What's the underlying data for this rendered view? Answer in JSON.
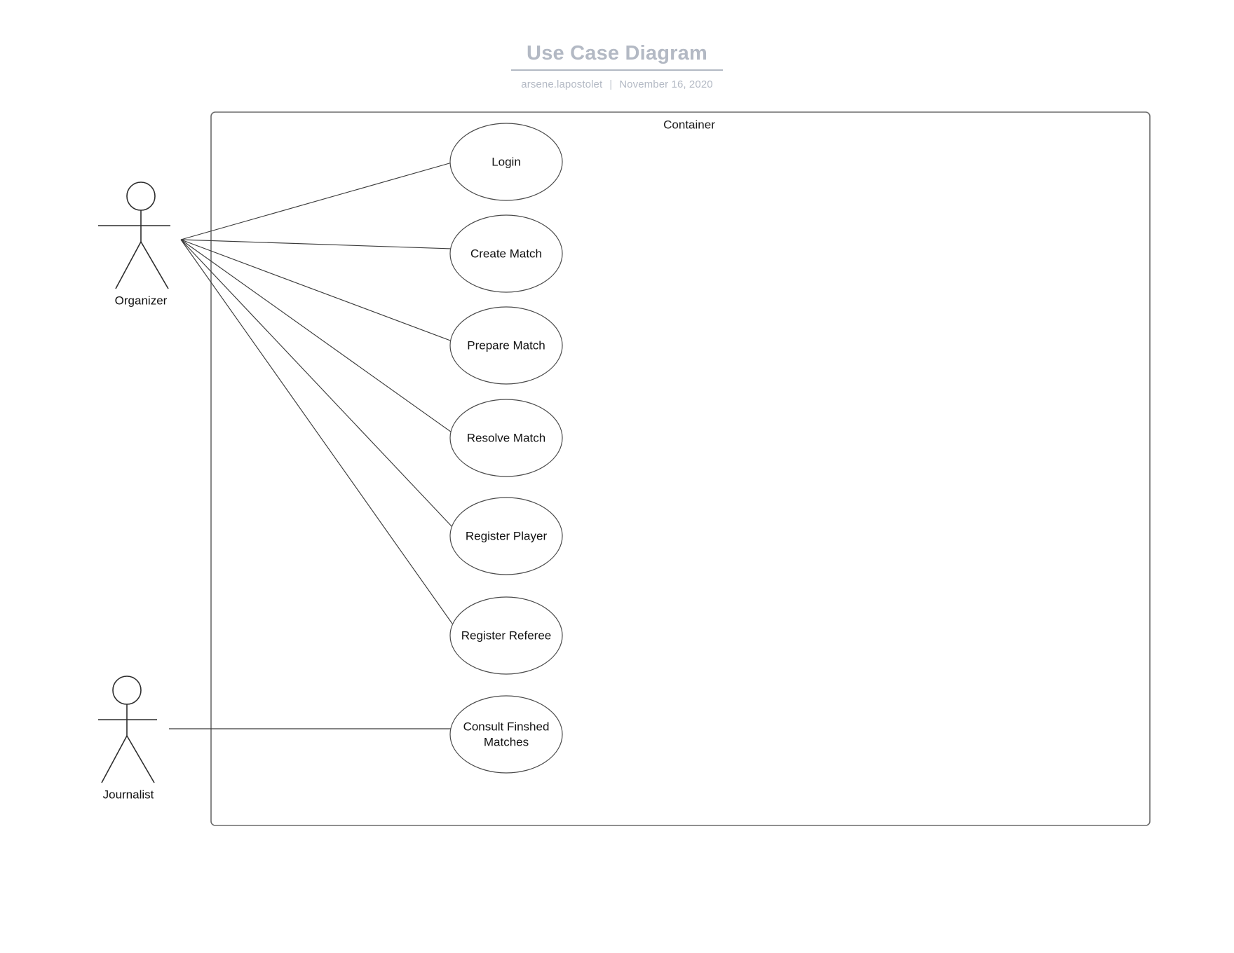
{
  "header": {
    "title": "Use Case Diagram",
    "author": "arsene.lapostolet",
    "separator": "|",
    "date": "November 16, 2020",
    "title_color": "#b3b9c4"
  },
  "diagram": {
    "type": "uml-use-case",
    "container": {
      "label": "Container",
      "stroke_color": "#6b6b6b"
    },
    "actors": [
      {
        "id": "organizer",
        "label": "Organizer"
      },
      {
        "id": "journalist",
        "label": "Journalist"
      }
    ],
    "use_cases": [
      {
        "id": "login",
        "label": "Login"
      },
      {
        "id": "create-match",
        "label": "Create Match"
      },
      {
        "id": "prepare-match",
        "label": "Prepare Match"
      },
      {
        "id": "resolve-match",
        "label": "Resolve Match"
      },
      {
        "id": "register-player",
        "label": "Register Player"
      },
      {
        "id": "register-referee",
        "label": "Register Referee"
      },
      {
        "id": "consult-finshed-matches",
        "label": "Consult Finshed",
        "label2": "Matches"
      }
    ],
    "associations": [
      {
        "actor": "organizer",
        "use_case": "login"
      },
      {
        "actor": "organizer",
        "use_case": "create-match"
      },
      {
        "actor": "organizer",
        "use_case": "prepare-match"
      },
      {
        "actor": "organizer",
        "use_case": "resolve-match"
      },
      {
        "actor": "organizer",
        "use_case": "register-player"
      },
      {
        "actor": "organizer",
        "use_case": "register-referee"
      },
      {
        "actor": "journalist",
        "use_case": "consult-finshed-matches"
      }
    ]
  }
}
